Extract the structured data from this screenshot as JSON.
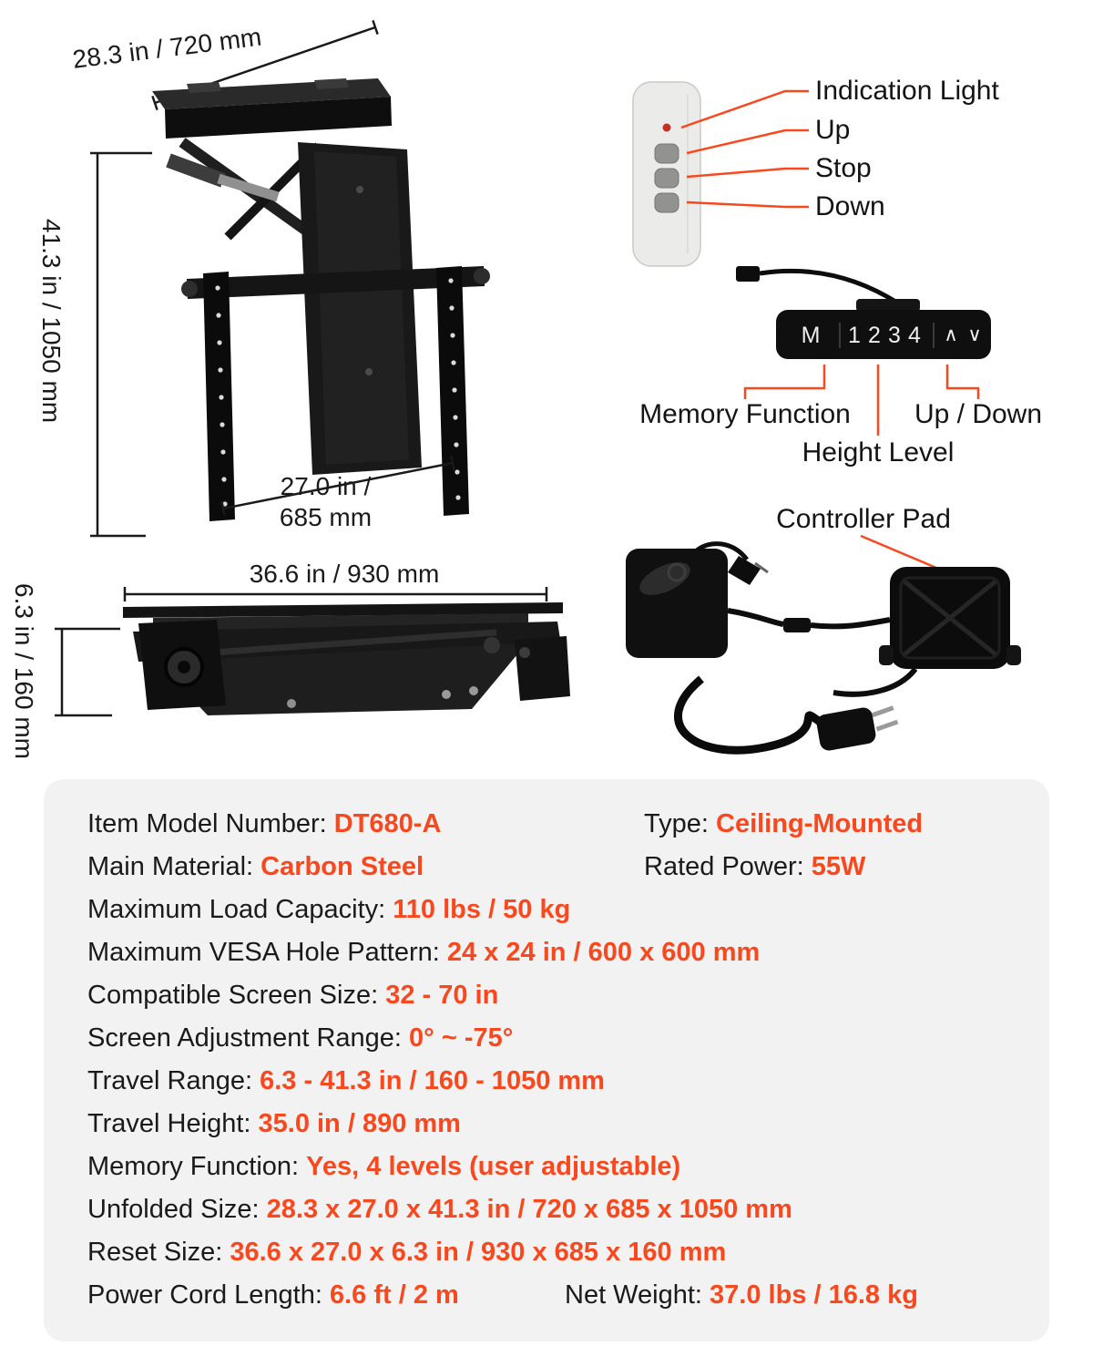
{
  "colors": {
    "accent": "#f9481e",
    "card_bg": "#f2f2f2",
    "text": "#1a1a1a"
  },
  "unfolded_diagram": {
    "width": "28.3 in / 720 mm",
    "height": "41.3 in / 1050 mm",
    "bracket_width_line1": "27.0 in /",
    "bracket_width_line2": "685 mm"
  },
  "folded_diagram": {
    "width": "36.6 in / 930 mm",
    "height": "6.3 in / 160 mm"
  },
  "remote": {
    "indication_light": "Indication Light",
    "up": "Up",
    "stop": "Stop",
    "down": "Down"
  },
  "keypad": {
    "buttons": [
      "M",
      "1",
      "2",
      "3",
      "4"
    ],
    "chevron_up": "∧",
    "chevron_down": "∨",
    "memory_function": "Memory Function",
    "height_level": "Height Level",
    "up_down": "Up / Down"
  },
  "controller": {
    "label": "Controller Pad"
  },
  "specs": {
    "items": [
      {
        "label": "Item Model Number: ",
        "value": "DT680-A"
      },
      {
        "label": "Type: ",
        "value": "Ceiling-Mounted"
      },
      {
        "label": "Main Material: ",
        "value": "Carbon Steel"
      },
      {
        "label": "Rated Power: ",
        "value": "55W"
      },
      {
        "label": "Maximum Load Capacity: ",
        "value": "110 lbs / 50 kg"
      },
      {
        "label": "Maximum VESA Hole Pattern: ",
        "value": "24 x 24 in / 600 x 600 mm"
      },
      {
        "label": "Compatible Screen Size: ",
        "value": "32 - 70 in"
      },
      {
        "label": "Screen Adjustment Range: ",
        "value": "0° ~ -75°"
      },
      {
        "label": "Travel Range: ",
        "value": "6.3 - 41.3 in / 160 - 1050 mm"
      },
      {
        "label": "Travel Height: ",
        "value": "35.0 in / 890 mm"
      },
      {
        "label": "Memory Function: ",
        "value": "Yes, 4 levels (user adjustable)"
      },
      {
        "label": "Unfolded Size: ",
        "value": "28.3 x 27.0 x 41.3 in / 720 x 685 x 1050 mm"
      },
      {
        "label": "Reset Size: ",
        "value": "36.6 x 27.0 x 6.3 in / 930 x 685 x 160 mm"
      },
      {
        "label": "Power Cord Length: ",
        "value": "6.6 ft / 2 m"
      },
      {
        "label": "Net Weight: ",
        "value": "37.0 lbs / 16.8 kg"
      }
    ]
  }
}
